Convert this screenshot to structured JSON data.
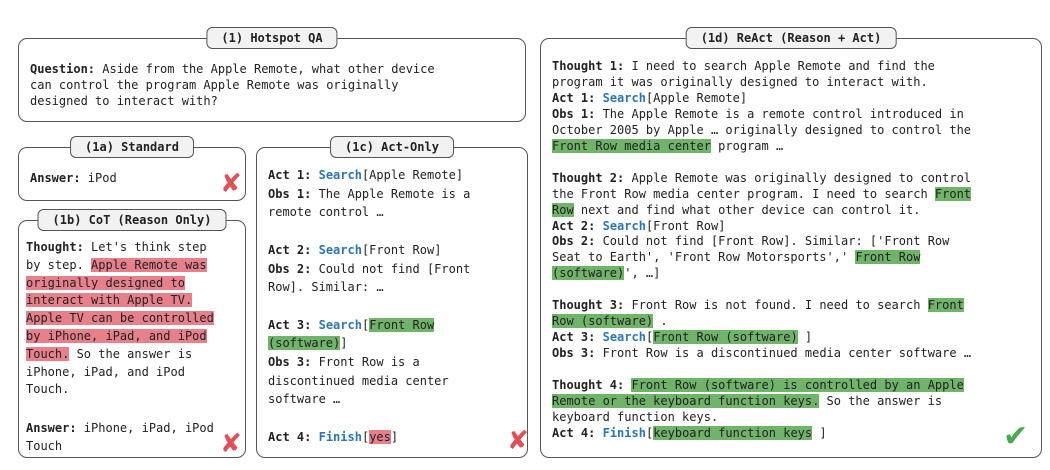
{
  "panel_1": {
    "title": "(1) Hotspot QA",
    "question_label": "Question:",
    "question_lines": [
      " Aside from the Apple Remote, what other device",
      "can control the program Apple Remote was originally",
      "designed to interact with?"
    ]
  },
  "panel_1a": {
    "title": "(1a) Standard",
    "answer_label": "Answer:",
    "answer_text": " iPod",
    "result_icon": "red-x"
  },
  "panel_1b": {
    "title": "(1b) CoT (Reason Only)",
    "thought_label": "Thought:",
    "t1": " Let's think step",
    "t2a": "by step. ",
    "h1": "Apple Remote was",
    "h2": "originally designed to",
    "h3": "interact with Apple TV.",
    "h4": "Apple TV can be controlled",
    "h5": "by iPhone, iPad, and iPod",
    "h6": "Touch.",
    "t7b": " So the answer is",
    "t8": "iPhone, iPad, and iPod",
    "t9": "Touch.",
    "answer_label": "Answer:",
    "answer_1": " iPhone, iPad, iPod",
    "answer_2": "Touch",
    "result_icon": "red-x"
  },
  "panel_1c": {
    "title": "(1c) Act-Only",
    "act1_label": "Act 1:",
    "act1_action": "Search",
    "act1_arg": "[Apple Remote]",
    "obs1_label": "Obs 1:",
    "obs1_l1": " The Apple Remote is  a",
    "obs1_l2": "remote control …",
    "act2_label": "Act 2:",
    "act2_action": "Search",
    "act2_arg": "[Front Row]",
    "obs2_label": "Obs 2:",
    "obs2_l1": " Could not find [Front",
    "obs2_l2": "Row]. Similar: …",
    "act3_label": "Act 3:",
    "act3_action": "Search",
    "act3_open": "[",
    "act3_hl1": "Front Row",
    "act3_hl2": "(software)",
    "act3_close": "]",
    "obs3_label": "Obs 3:",
    "obs3_l1": " Front Row is a",
    "obs3_l2": "discontinued media center",
    "obs3_l3": "software …",
    "act4_label": "Act 4:",
    "act4_action": "Finish",
    "act4_open": "[",
    "act4_hl": "yes",
    "act4_close": "]",
    "result_icon": "red-x"
  },
  "panel_1d": {
    "title": "(1d) ReAct (Reason + Act)",
    "th1_label": "Thought 1:",
    "th1_l1": " I need to search Apple Remote and find the",
    "th1_l2": "program it was originally designed to interact with.",
    "act1_label": "Act 1:",
    "act1_action": "Search",
    "act1_arg": "[Apple Remote]",
    "obs1_label": "Obs 1:",
    "obs1_l1": " The Apple Remote is a remote control introduced in",
    "obs1_l2": "October 2005 by Apple … originally designed to control the",
    "obs1_hl": "Front Row media center",
    "obs1_tail": " program …",
    "th2_label": "Thought 2:",
    "th2_l1": " Apple Remote was originally designed to control",
    "th2_l2a": "the Front Row media center program. I need to search  ",
    "th2_hl1": "Front",
    "th2_hl2": "Row",
    "th2_l3b": " next and find what other device can control it.",
    "act2_label": "Act 2:",
    "act2_action": "Search",
    "act2_arg": "[Front Row]",
    "obs2_label": "Obs 2:",
    "obs2_l1": " Could not find [Front Row]. Similar: ['Front Row",
    "obs2_l2a": "Seat to Earth', 'Front Row Motorsports',' ",
    "obs2_hl1": "Front Row",
    "obs2_hl2": "(software)",
    "obs2_l3b": "', …]",
    "th3_label": "Thought 3:",
    "th3_l1a": " Front Row is not found. I need to search  ",
    "th3_hl1": "Front",
    "th3_hl2": "Row (software)",
    "th3_l2b": " .",
    "act3_label": "Act 3:",
    "act3_action": "Search",
    "act3_open": "[",
    "act3_hl": "Front Row (software)",
    "act3_close": " ]",
    "obs3_label": "Obs 3:",
    "obs3_l1": " Front Row is a discontinued media center software …",
    "th4_label": "Thought 4:",
    "th4_hl1": "Front Row (software) is controlled by an Apple",
    "th4_hl2": "Remote or the keyboard function keys.",
    "th4_l2b": "  So the answer is",
    "th4_l3": "keyboard function keys.",
    "act4_label": "Act 4:",
    "act4_action": "Finish",
    "act4_open": "[",
    "act4_hl": "keyboard function keys",
    "act4_close": " ]",
    "result_icon": "green-check"
  },
  "colors": {
    "action": "#2e75b6",
    "wrong_highlight": "#e7808a",
    "right_highlight": "#70b46a",
    "x_mark": "#e0505a",
    "check_mark": "#4aa94a"
  }
}
